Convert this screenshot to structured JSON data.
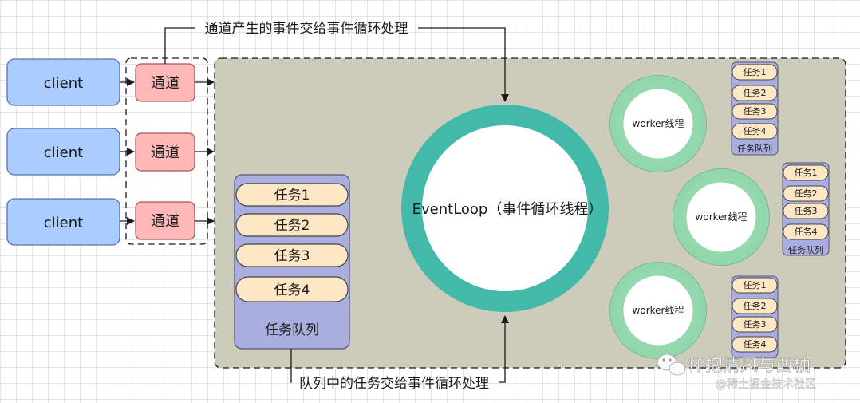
{
  "clients": [
    "client",
    "client",
    "client"
  ],
  "channels": [
    "通道",
    "通道",
    "通道"
  ],
  "top_note": "通道产生的事件交给事件循环处理",
  "bottom_note": "队列中的任务交给事件循环处理",
  "event_loop": "EventLoop（事件循环线程）",
  "main_queue": {
    "title": "任务队列",
    "tasks": [
      "任务1",
      "任务2",
      "任务3",
      "任务4"
    ]
  },
  "workers": [
    {
      "label": "worker线程",
      "queue_title": "任务队列",
      "tasks": [
        "任务1",
        "任务2",
        "任务3",
        "任务4"
      ]
    },
    {
      "label": "worker线程",
      "queue_title": "任务队列",
      "tasks": [
        "任务1",
        "任务2",
        "任务3",
        "任务4"
      ]
    },
    {
      "label": "worker线程",
      "queue_title": "",
      "tasks": [
        "任务1",
        "任务2",
        "任务3",
        "任务4"
      ]
    }
  ],
  "watermark": {
    "main": "怀抱清风与西柚",
    "sub": "@稀土掘金技术社区"
  },
  "colors": {
    "client_fill": "#aaccff",
    "channel_fill": "#ffb8b8",
    "panel_fill": "#cdcbb9",
    "queue_fill": "#a9addf",
    "task_fill": "#fde7c4",
    "eventloop_ring": "#43b9a9",
    "worker_ring": "#8ed6aa"
  }
}
